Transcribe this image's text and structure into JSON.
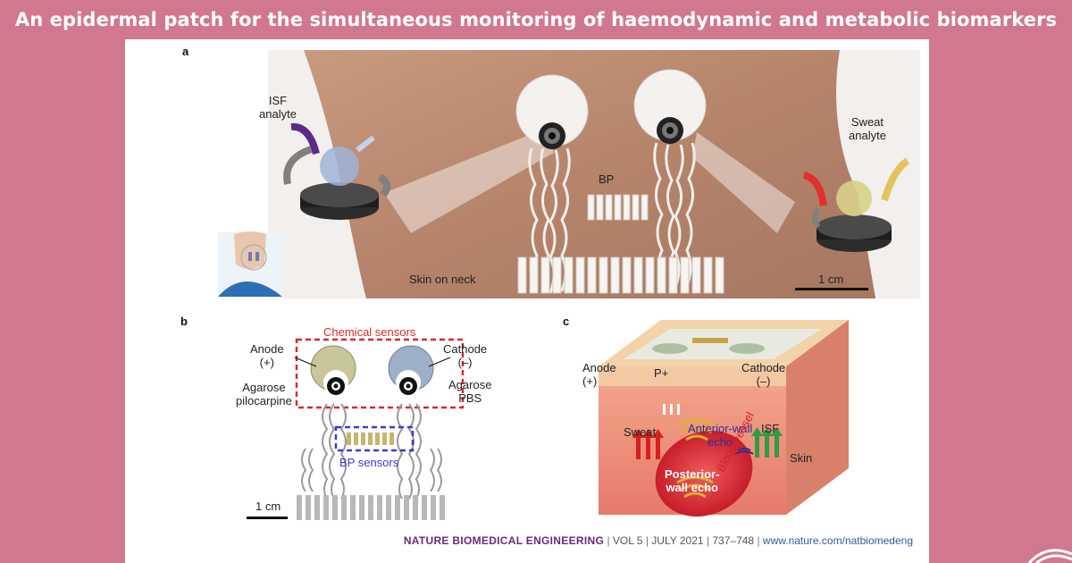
{
  "slide": {
    "title": "An epidermal patch for the simultaneous monitoring of haemodynamic and metabolic biomarkers"
  },
  "panel_a": {
    "letter": "a",
    "isf_analyte": "ISF\nanalyte",
    "sweat_analyte": "Sweat\nanalyte",
    "bp": "BP",
    "skin_on_neck": "Skin on neck",
    "scale": "1 cm"
  },
  "panel_b": {
    "letter": "b",
    "chemical_sensors": "Chemical sensors",
    "anode": "Anode\n(+)",
    "agarose_pilocarpine": "Agarose\npilocarpine",
    "cathode": "Cathode\n(–)",
    "agarose_pbs": "Agarose\nPBS",
    "bp_sensors": "BP sensors",
    "scale": "1 cm"
  },
  "panel_c": {
    "letter": "c",
    "anode": "Anode\n(+)",
    "p_plus": "P+",
    "cathode": "Cathode\n(–)",
    "sweat": "Sweat",
    "isf": "ISF",
    "anterior_wall_echo": "Anterior-wall\necho",
    "posterior_wall_echo": "Posterior-\nwall echo",
    "blood_vessel": "Blood vessel",
    "skin": "Skin"
  },
  "footer": {
    "journal": "NATURE BIOMEDICAL ENGINEERING",
    "separator": "|",
    "volume": "VOL 5",
    "date": "JULY 2021",
    "pages": "737–748",
    "url": "www.nature.com/natbiomedeng"
  },
  "colors": {
    "background": "#d1788f",
    "chemical_box": "#d82a2a",
    "bp_box": "#3b3bd1",
    "journal": "#6a2a7a",
    "url": "#2f5aa6"
  }
}
